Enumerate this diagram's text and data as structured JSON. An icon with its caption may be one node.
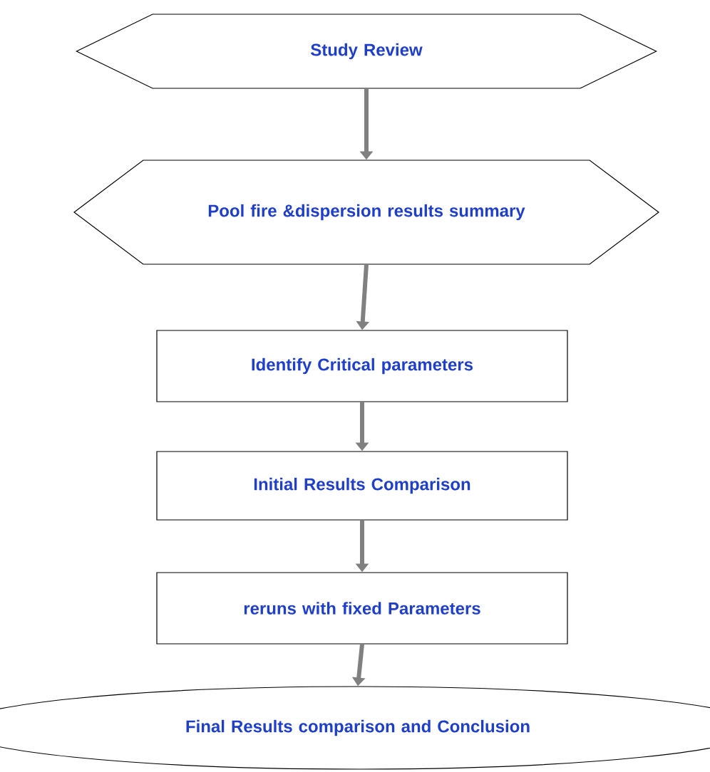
{
  "diagram": {
    "nodes": [
      {
        "text": [
          "Study Review"
        ]
      },
      {
        "text": [
          "Pool fire &dispersion results summary"
        ]
      },
      {
        "text": [
          "Identify Critical parameters"
        ]
      },
      {
        "text": [
          "Initial Results Comparison"
        ]
      },
      {
        "text": [
          "reruns with fixed Parameters"
        ]
      },
      {
        "text": [
          "Final Results comparison and Conclusion"
        ]
      }
    ],
    "edges": [
      {
        "from": 0,
        "to": 1,
        "arrow": "to"
      },
      {
        "from": 1,
        "to": 2,
        "arrow": "to"
      },
      {
        "from": 2,
        "to": 3,
        "arrow": "to"
      },
      {
        "from": 3,
        "to": 4,
        "arrow": "to"
      },
      {
        "from": 4,
        "to": 5,
        "arrow": "to"
      }
    ]
  }
}
